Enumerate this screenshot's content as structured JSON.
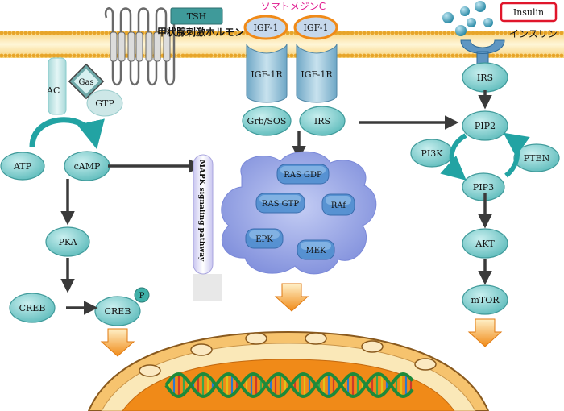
{
  "header": {
    "tsh": "TSH",
    "tsh_caption": "甲状腺刺激ホルモン",
    "somatomedin_caption": "ソマトメジンC",
    "insulin_box": "Insulin",
    "insulin_caption": "インスリン"
  },
  "receptors": {
    "ac": "AC",
    "gas": "Gas",
    "gtp": "GTP",
    "igf1_left": "IGF-1",
    "igf1_right": "IGF-1",
    "igf1r_left": "IGF-1R",
    "igf1r_right": "IGF-1R"
  },
  "camp_pathway": {
    "atp": "ATP",
    "camp": "cAMP",
    "pka": "PKA",
    "creb": "CREB",
    "creb_p": "CREB",
    "phospho": "P"
  },
  "mapk_pathway": {
    "grb_sos": "Grb/SOS",
    "irs": "IRS",
    "ras_gdp": "RAS GDP",
    "ras_gtp": "RAS GTP",
    "raf": "RAf",
    "epk": "EPK",
    "mek": "MEK",
    "vertical_label": "MAPK signaling pathway"
  },
  "insulin_pathway": {
    "irs": "IRS",
    "pip2": "PIP2",
    "pi3k": "PI3K",
    "pten": "PTEN",
    "pip3": "PIP3",
    "akt": "AKT",
    "mtor": "mTOR"
  },
  "colors": {
    "node_fill": "#7fcfcf",
    "node_stroke": "#3f9a9a",
    "membrane": "#f2b43a",
    "arrow": "#3a3a3a",
    "somatomedin_text": "#e0198f",
    "insulin_border": "#e0162b",
    "cloud": "#9aa8e6",
    "nucleus": "#f0a23a"
  }
}
